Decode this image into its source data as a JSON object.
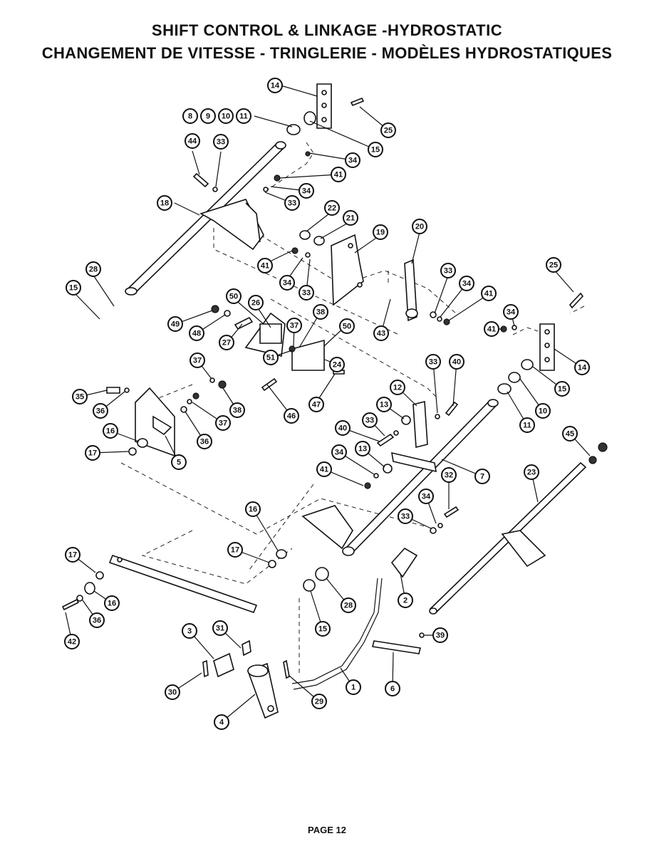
{
  "title": {
    "en": "SHIFT CONTROL & LINKAGE -HYDROSTATIC",
    "fr": "CHANGEMENT DE VITESSE - TRINGLERIE - MODÈLES HYDROSTATIQUES"
  },
  "footer": "PAGE 12",
  "callouts": [
    {
      "id": "c14a",
      "label": "14"
    },
    {
      "id": "c8",
      "label": "8"
    },
    {
      "id": "c9",
      "label": "9"
    },
    {
      "id": "c10a",
      "label": "10"
    },
    {
      "id": "c11a",
      "label": "11"
    },
    {
      "id": "c25a",
      "label": "25"
    },
    {
      "id": "c15a",
      "label": "15"
    },
    {
      "id": "c44",
      "label": "44"
    },
    {
      "id": "c33a",
      "label": "33"
    },
    {
      "id": "c34a",
      "label": "34"
    },
    {
      "id": "c41a",
      "label": "41"
    },
    {
      "id": "c34b",
      "label": "34"
    },
    {
      "id": "c33b",
      "label": "33"
    },
    {
      "id": "c18",
      "label": "18"
    },
    {
      "id": "c22",
      "label": "22"
    },
    {
      "id": "c21",
      "label": "21"
    },
    {
      "id": "c19",
      "label": "19"
    },
    {
      "id": "c20",
      "label": "20"
    },
    {
      "id": "c41b",
      "label": "41"
    },
    {
      "id": "c34c",
      "label": "34"
    },
    {
      "id": "c33c",
      "label": "33"
    },
    {
      "id": "c28a",
      "label": "28"
    },
    {
      "id": "c15b",
      "label": "15"
    },
    {
      "id": "c33d",
      "label": "33"
    },
    {
      "id": "c34d",
      "label": "34"
    },
    {
      "id": "c41c",
      "label": "41"
    },
    {
      "id": "c25b",
      "label": "25"
    },
    {
      "id": "c50a",
      "label": "50"
    },
    {
      "id": "c26",
      "label": "26"
    },
    {
      "id": "c38a",
      "label": "38"
    },
    {
      "id": "c49",
      "label": "49"
    },
    {
      "id": "c48",
      "label": "48"
    },
    {
      "id": "c27",
      "label": "27"
    },
    {
      "id": "c37a",
      "label": "37"
    },
    {
      "id": "c50b",
      "label": "50"
    },
    {
      "id": "c43",
      "label": "43"
    },
    {
      "id": "c34e",
      "label": "34"
    },
    {
      "id": "c41d",
      "label": "41"
    },
    {
      "id": "c14b",
      "label": "14"
    },
    {
      "id": "c51",
      "label": "51"
    },
    {
      "id": "c24",
      "label": "24"
    },
    {
      "id": "c15c",
      "label": "15"
    },
    {
      "id": "c37b",
      "label": "37"
    },
    {
      "id": "c38b",
      "label": "38"
    },
    {
      "id": "c33e",
      "label": "33"
    },
    {
      "id": "c40a",
      "label": "40"
    },
    {
      "id": "c35",
      "label": "35"
    },
    {
      "id": "c36a",
      "label": "36"
    },
    {
      "id": "c37c",
      "label": "37"
    },
    {
      "id": "c46",
      "label": "46"
    },
    {
      "id": "c47",
      "label": "47"
    },
    {
      "id": "c12",
      "label": "12"
    },
    {
      "id": "c13a",
      "label": "13"
    },
    {
      "id": "c10b",
      "label": "10"
    },
    {
      "id": "c11b",
      "label": "11"
    },
    {
      "id": "c36b",
      "label": "36"
    },
    {
      "id": "c33f",
      "label": "33"
    },
    {
      "id": "c40b",
      "label": "40"
    },
    {
      "id": "c16a",
      "label": "16"
    },
    {
      "id": "c17a",
      "label": "17"
    },
    {
      "id": "c5",
      "label": "5"
    },
    {
      "id": "c45",
      "label": "45"
    },
    {
      "id": "c34f",
      "label": "34"
    },
    {
      "id": "c13b",
      "label": "13"
    },
    {
      "id": "c7",
      "label": "7"
    },
    {
      "id": "c23",
      "label": "23"
    },
    {
      "id": "c41e",
      "label": "41"
    },
    {
      "id": "c32",
      "label": "32"
    },
    {
      "id": "c16b",
      "label": "16"
    },
    {
      "id": "c34g",
      "label": "34"
    },
    {
      "id": "c33g",
      "label": "33"
    },
    {
      "id": "c17b",
      "label": "17"
    },
    {
      "id": "c17c",
      "label": "17"
    },
    {
      "id": "c28b",
      "label": "28"
    },
    {
      "id": "c2",
      "label": "2"
    },
    {
      "id": "c16c",
      "label": "16"
    },
    {
      "id": "c36c",
      "label": "36"
    },
    {
      "id": "c15d",
      "label": "15"
    },
    {
      "id": "c42",
      "label": "42"
    },
    {
      "id": "c3",
      "label": "3"
    },
    {
      "id": "c31",
      "label": "31"
    },
    {
      "id": "c39",
      "label": "39"
    },
    {
      "id": "c30",
      "label": "30"
    },
    {
      "id": "c1",
      "label": "1"
    },
    {
      "id": "c6",
      "label": "6"
    },
    {
      "id": "c29",
      "label": "29"
    },
    {
      "id": "c4",
      "label": "4"
    }
  ]
}
